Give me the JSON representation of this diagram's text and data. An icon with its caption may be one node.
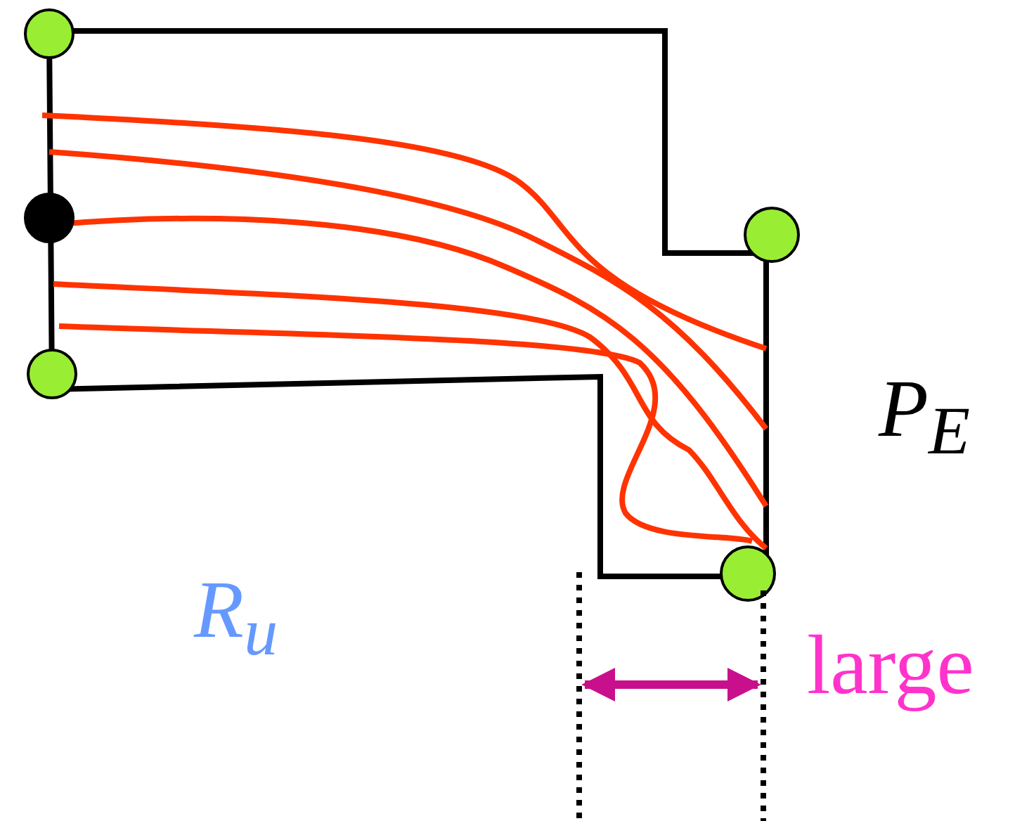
{
  "diagram": {
    "labels": [
      "P$_{E}$",
      "R$_{u}$",
      "large"
    ]
  }
}
